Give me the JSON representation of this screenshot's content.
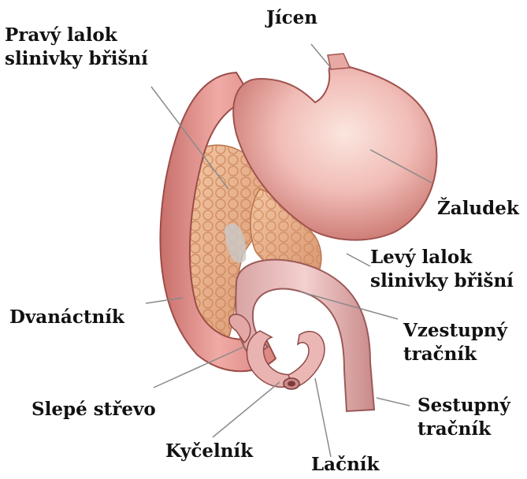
{
  "colors": {
    "background": "#ffffff",
    "label_text": "#111111",
    "leader_line": "#8a8a8a",
    "duodenum": "#e7a3a0",
    "pancreas": "#e9b48f",
    "stomach": "#f0bdb8",
    "colon": "#e6bcbc",
    "outline": "#a0524e"
  },
  "labels": {
    "jicen": "Jícen",
    "pravy_lalok": [
      "Pravý lalok",
      "slinivky břišní"
    ],
    "zaludek": "Žaludek",
    "levy_lalok": [
      "Levý lalok",
      "slinivky břišní"
    ],
    "dvanactnik": "Dvanáctník",
    "vzestupny": [
      "Vzestupný",
      "tračník"
    ],
    "slepe_strevo": "Slepé střevo",
    "sestupny": [
      "Sestupný",
      "tračník"
    ],
    "kycelnik": "Kyčelník",
    "lacnik": "Lačník"
  }
}
